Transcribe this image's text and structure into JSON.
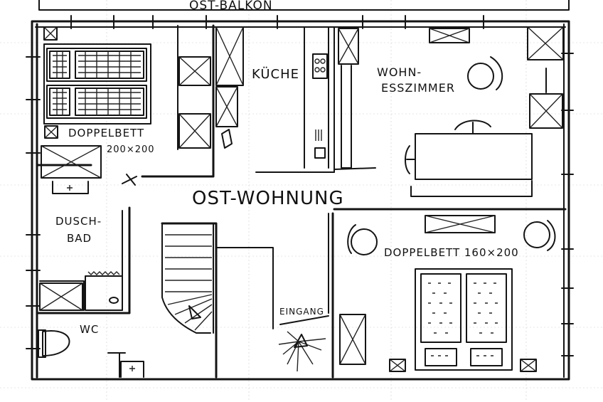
{
  "labels": {
    "balcony": "OST-BALKON",
    "kitchen": "KÜCHE",
    "living_line1": "WOHN-",
    "living_line2": "ESSZIMMER",
    "bed1_title": "DOPPELBETT",
    "bed1_size": "200×200",
    "bath_line1": "DUSCH-",
    "bath_line2": "BAD",
    "apartment": "OST-WOHNUNG",
    "bed2": "DOPPELBETT 160×200",
    "toilet": "WC",
    "entrance": "EINGANG"
  }
}
